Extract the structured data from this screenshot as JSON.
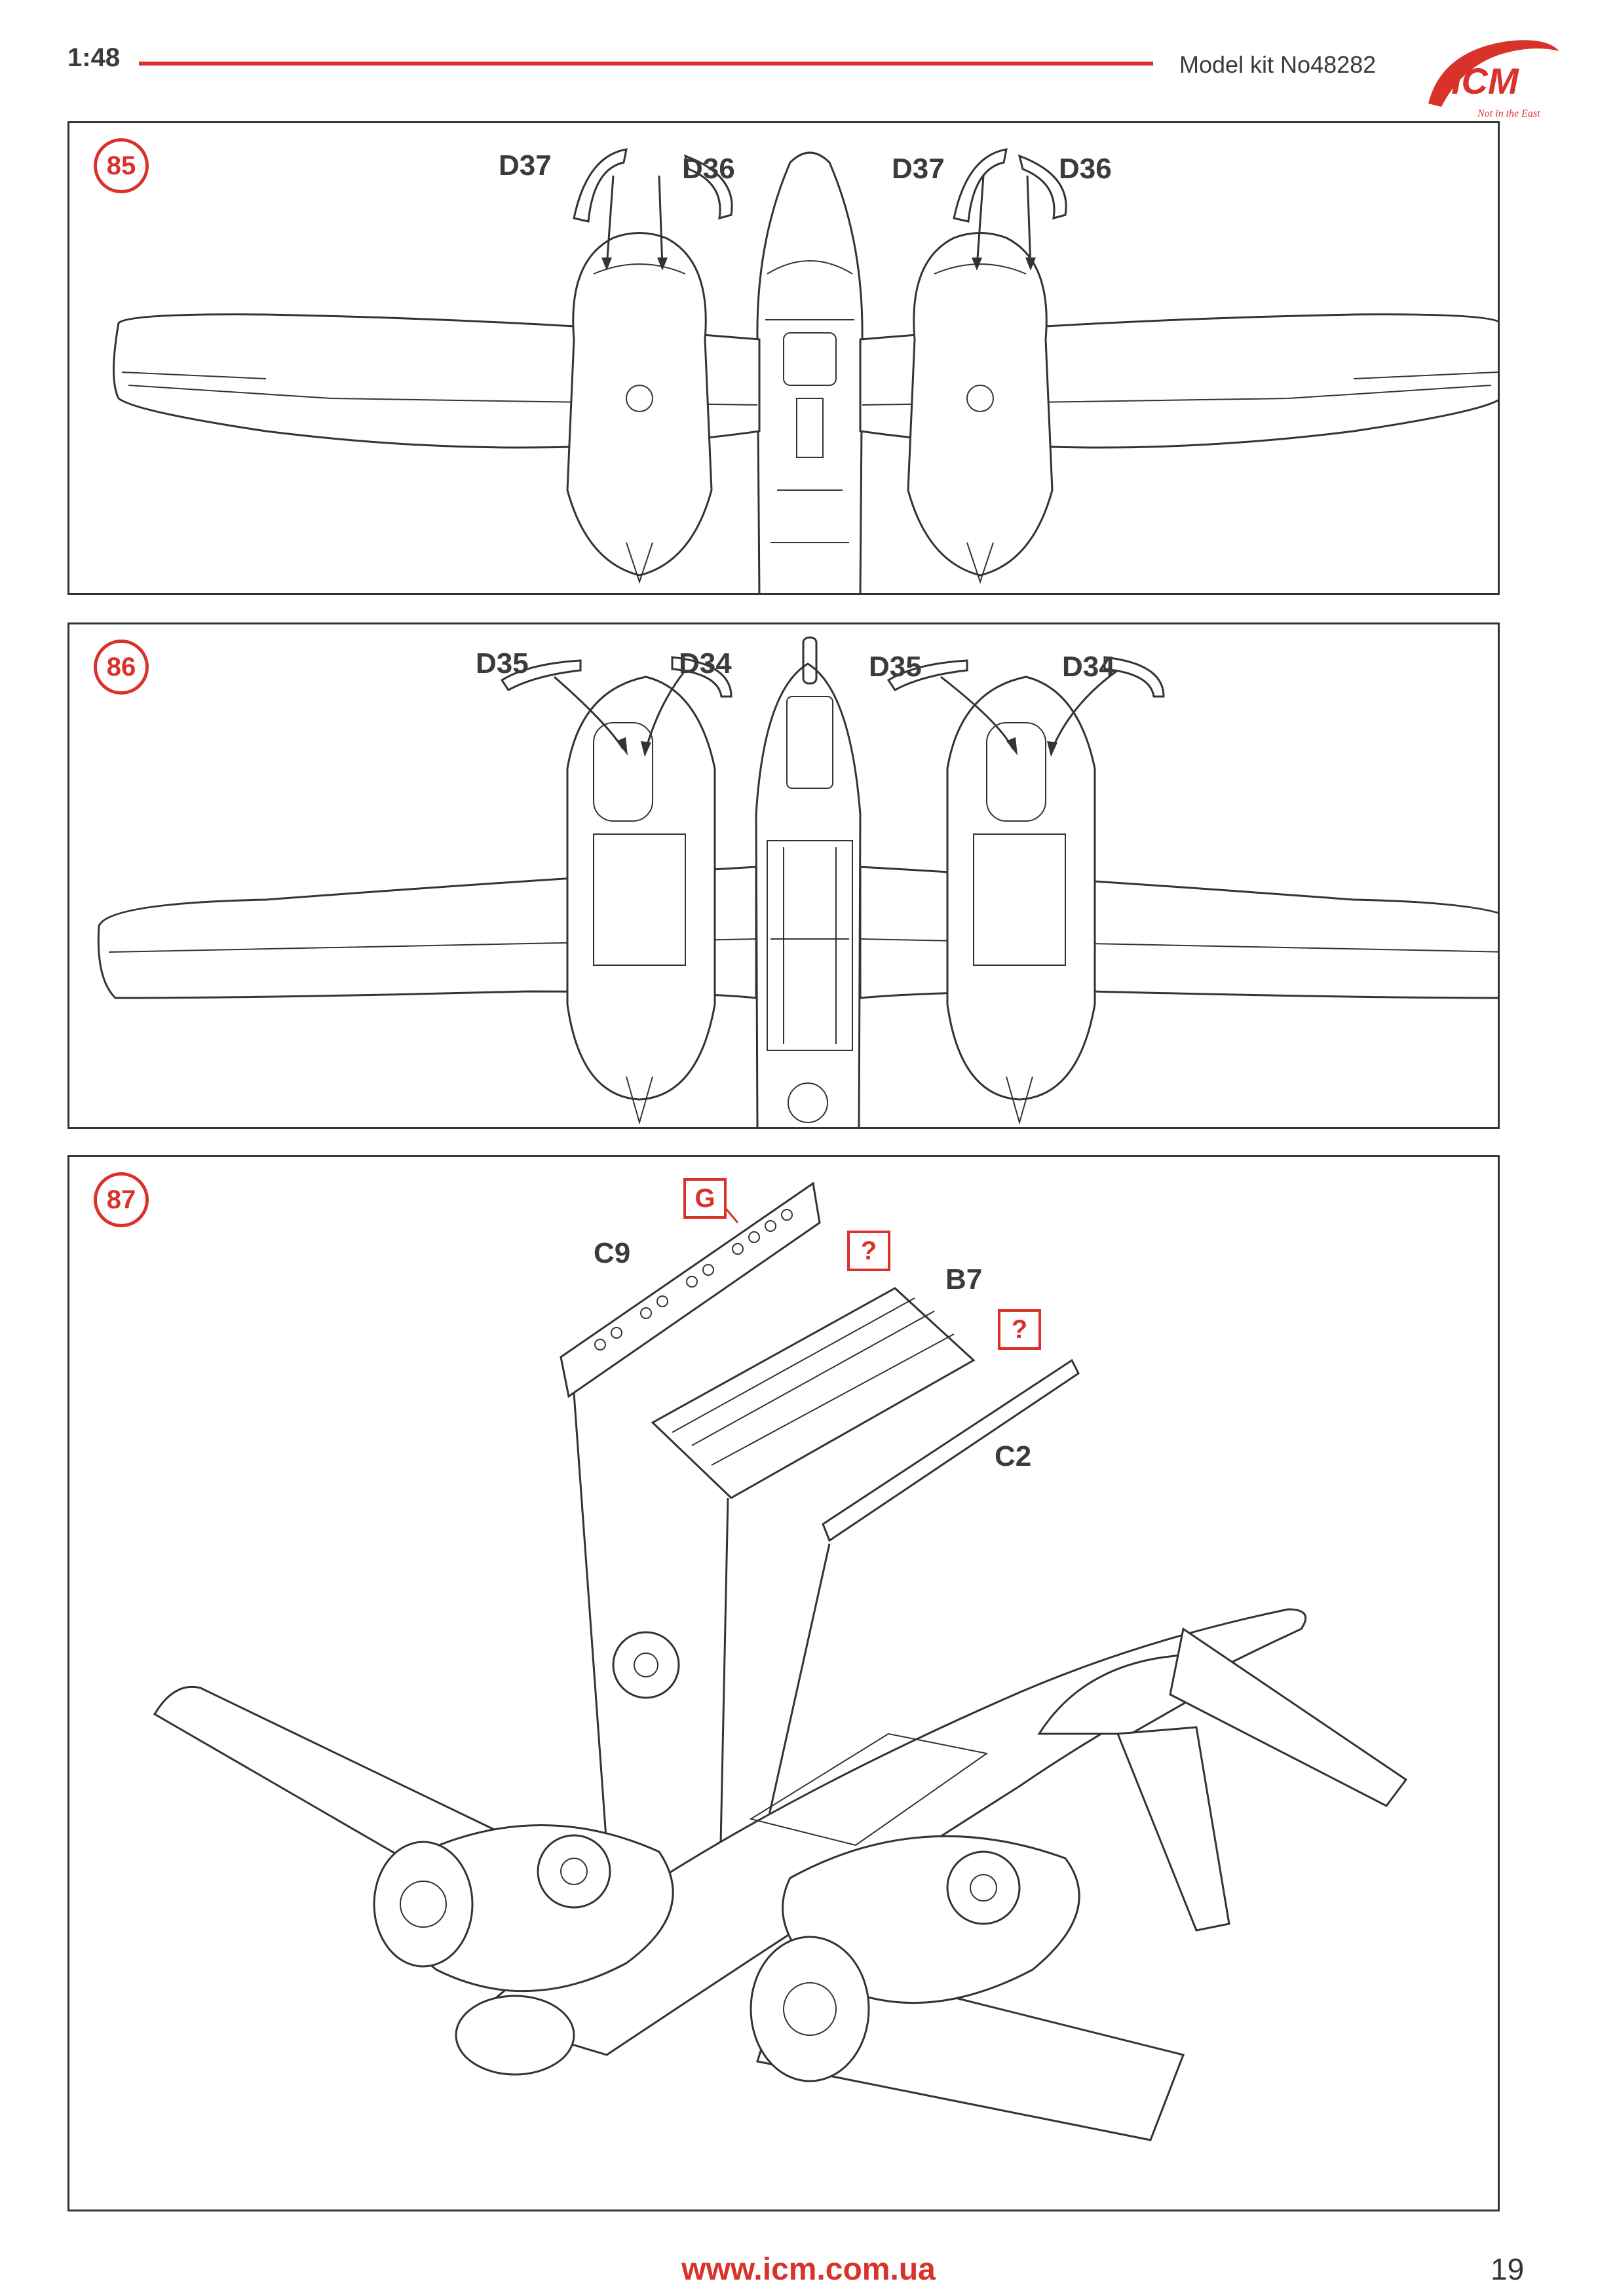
{
  "header": {
    "scale": "1:48",
    "model": "Model kit No48282",
    "brand_logo": "ICM",
    "brand_tagline": "Not in the East"
  },
  "steps": [
    {
      "number": "85",
      "parts": [
        "D37",
        "D36",
        "D37",
        "D36"
      ]
    },
    {
      "number": "86",
      "parts": [
        "D35",
        "D34",
        "D35",
        "D34"
      ]
    },
    {
      "number": "87",
      "parts": [
        "C9",
        "B7",
        "C2"
      ],
      "callouts": [
        "G",
        "?",
        "?"
      ]
    }
  ],
  "footer": {
    "url": "www.icm.com.ua",
    "page": "19"
  },
  "colors": {
    "accent": "#d8322b",
    "ink": "#333333"
  }
}
